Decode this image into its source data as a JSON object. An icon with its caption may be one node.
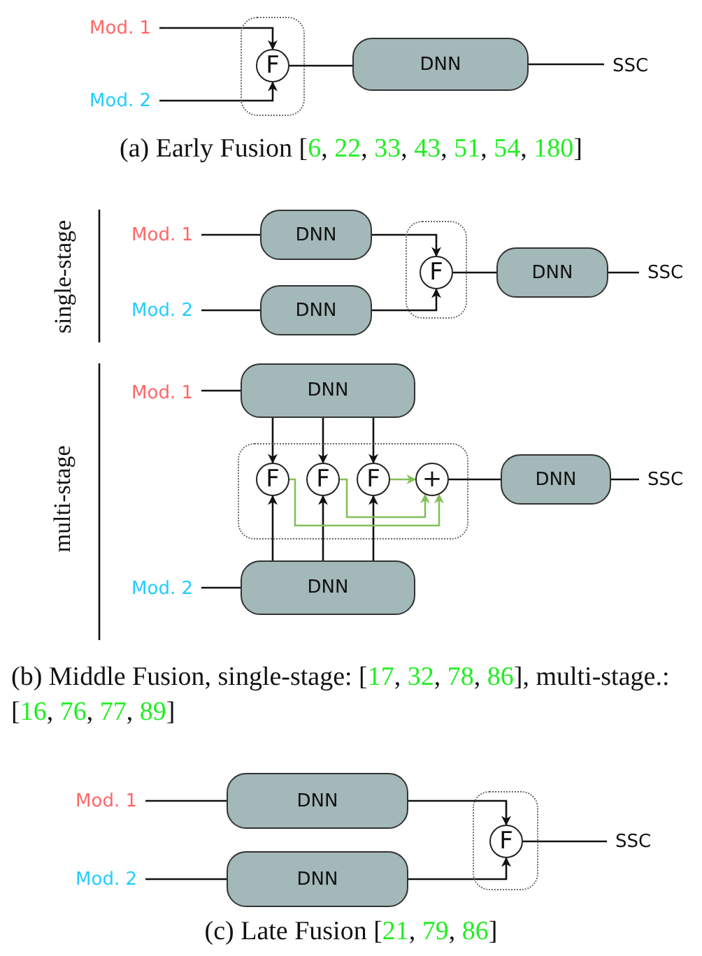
{
  "diagram": {
    "nodes": [
      {
        "text": [
          "Mod. 1"
        ]
      },
      {
        "text": [
          "Mod. 2"
        ]
      },
      {
        "text": [],
        "shape": "box"
      },
      {
        "text": [
          "F"
        ],
        "in": 2
      },
      {
        "text": [
          "DNN"
        ]
      },
      {
        "text": [
          "SSC"
        ]
      },
      {
        "text": [
          "Mod. 1"
        ]
      },
      {
        "text": [
          "DNN"
        ]
      },
      {
        "text": [
          "Mod. 2"
        ]
      },
      {
        "text": [
          "DNN"
        ]
      },
      {
        "text": [],
        "shape": "box"
      },
      {
        "text": [
          "F"
        ],
        "in": 10
      },
      {
        "text": [
          "DNN"
        ]
      },
      {
        "text": [
          "SSC"
        ]
      },
      {
        "text": [
          "Mod. 1"
        ]
      },
      {
        "text": [
          "DNN"
        ]
      },
      {
        "text": [],
        "shape": "box"
      },
      {
        "text": [
          "F"
        ],
        "in": 16
      },
      {
        "text": [
          "F"
        ],
        "in": 16
      },
      {
        "text": [
          "F"
        ],
        "in": 16
      },
      {
        "text": [
          "+"
        ],
        "in": 16
      },
      {
        "text": [
          "DNN"
        ]
      },
      {
        "text": [
          "SSC"
        ]
      },
      {
        "text": [
          "Mod. 2"
        ]
      },
      {
        "text": [
          "DNN"
        ]
      },
      {
        "text": [
          "Mod. 1"
        ]
      },
      {
        "text": [
          "DNN"
        ]
      },
      {
        "text": [
          "Mod. 2"
        ]
      },
      {
        "text": [
          "DNN"
        ]
      },
      {
        "text": [],
        "shape": "box"
      },
      {
        "text": [
          "F"
        ],
        "in": 29
      },
      {
        "text": [
          "SSC"
        ]
      }
    ],
    "edges": [
      {
        "from": 0,
        "to": 3,
        "arrow": "to"
      },
      {
        "from": 1,
        "to": 3,
        "arrow": "to"
      },
      {
        "from": 3,
        "to": 4,
        "arrow": "none"
      },
      {
        "from": 4,
        "to": 5,
        "arrow": "none"
      },
      {
        "from": 6,
        "to": 7,
        "arrow": "none"
      },
      {
        "from": 8,
        "to": 9,
        "arrow": "none"
      },
      {
        "from": 7,
        "to": 11,
        "arrow": "to"
      },
      {
        "from": 9,
        "to": 11,
        "arrow": "to"
      },
      {
        "from": 11,
        "to": 12,
        "arrow": "none"
      },
      {
        "from": 12,
        "to": 13,
        "arrow": "none"
      },
      {
        "from": 14,
        "to": 15,
        "arrow": "none"
      },
      {
        "from": 15,
        "to": 17,
        "arrow": "to"
      },
      {
        "from": 15,
        "to": 18,
        "arrow": "to"
      },
      {
        "from": 15,
        "to": 19,
        "arrow": "to"
      },
      {
        "from": 23,
        "to": 24,
        "arrow": "none"
      },
      {
        "from": 24,
        "to": 17,
        "arrow": "to"
      },
      {
        "from": 24,
        "to": 18,
        "arrow": "to"
      },
      {
        "from": 24,
        "to": 19,
        "arrow": "to"
      },
      {
        "from": 19,
        "to": 20,
        "arrow": "to",
        "color": "#82c05a"
      },
      {
        "from": 18,
        "to": 20,
        "arrow": "to",
        "color": "#82c05a"
      },
      {
        "from": 17,
        "to": 20,
        "arrow": "to",
        "color": "#82c05a"
      },
      {
        "from": 20,
        "to": 21,
        "arrow": "none"
      },
      {
        "from": 21,
        "to": 22,
        "arrow": "none"
      },
      {
        "from": 25,
        "to": 26,
        "arrow": "none"
      },
      {
        "from": 27,
        "to": 28,
        "arrow": "none"
      },
      {
        "from": 26,
        "to": 30,
        "arrow": "to"
      },
      {
        "from": 28,
        "to": 30,
        "arrow": "to"
      },
      {
        "from": 30,
        "to": 31,
        "arrow": "none"
      }
    ],
    "labels": [
      "(a) Early Fusion [6, 22, 33, 43, 51, 54, 180]",
      "single-stage",
      "multi-stage",
      "(b) Middle Fusion, single-stage: [17, 32, 78, 86], multi-stage.: [16, 76, 77, 89]",
      "(c) Late Fusion [21, 79, 86]"
    ]
  }
}
